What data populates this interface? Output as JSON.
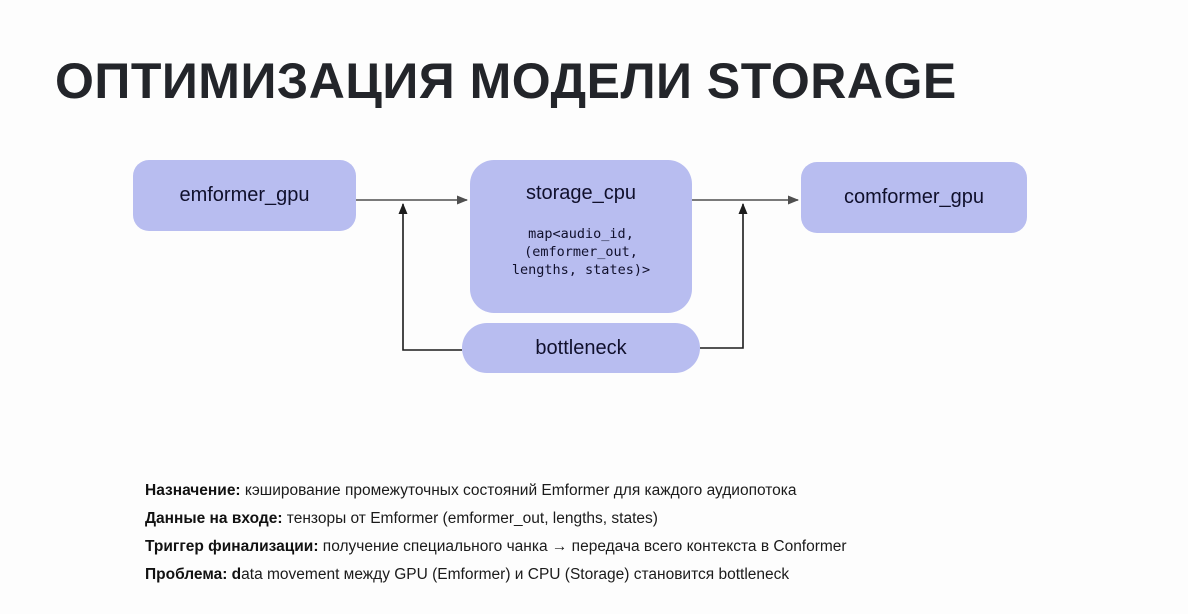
{
  "slide": {
    "title": "ОПТИМИЗАЦИЯ МОДЕЛИ STORAGE",
    "colors": {
      "background": "#fdfdfd",
      "node_fill": "#b8bdf0",
      "node_text": "#10102c",
      "title_text": "#23252a",
      "body_text": "#1b1b1b",
      "connector_gray": "#4f4f4f",
      "connector_black": "#1c1c1c"
    }
  },
  "diagram": {
    "nodes": {
      "emformer": {
        "label": "emformer_gpu"
      },
      "storage": {
        "label": "storage_cpu",
        "code_lines": [
          "map<audio_id,",
          "(emformer_out,",
          "lengths, states)>"
        ]
      },
      "comformer": {
        "label": "comformer_gpu"
      },
      "bottleneck": {
        "label": "bottleneck"
      }
    },
    "edges": [
      {
        "from": "emformer_gpu",
        "to": "storage_cpu",
        "style": "arrow-right"
      },
      {
        "from": "storage_cpu",
        "to": "comformer_gpu",
        "style": "arrow-right"
      },
      {
        "from": "bottleneck",
        "to": "emformer_gpu→storage_cpu link",
        "style": "arrow-up"
      },
      {
        "from": "bottleneck",
        "to": "storage_cpu→comformer_gpu link",
        "style": "arrow-up"
      }
    ]
  },
  "notes": {
    "items": [
      {
        "label": "Назначение:",
        "text": " кэширование промежуточных состояний Emformer для каждого аудиопотока"
      },
      {
        "label": "Данные на входе:",
        "text": " тензоры от Emformer (emformer_out, lengths, states)"
      },
      {
        "label": "Триггер финализации:",
        "text": " получение специального чанка → передача всего контекста в Conformer"
      },
      {
        "label": "Проблема: d",
        "text": "ata movement между GPU (Emformer) и CPU (Storage) становится bottleneck"
      }
    ]
  }
}
